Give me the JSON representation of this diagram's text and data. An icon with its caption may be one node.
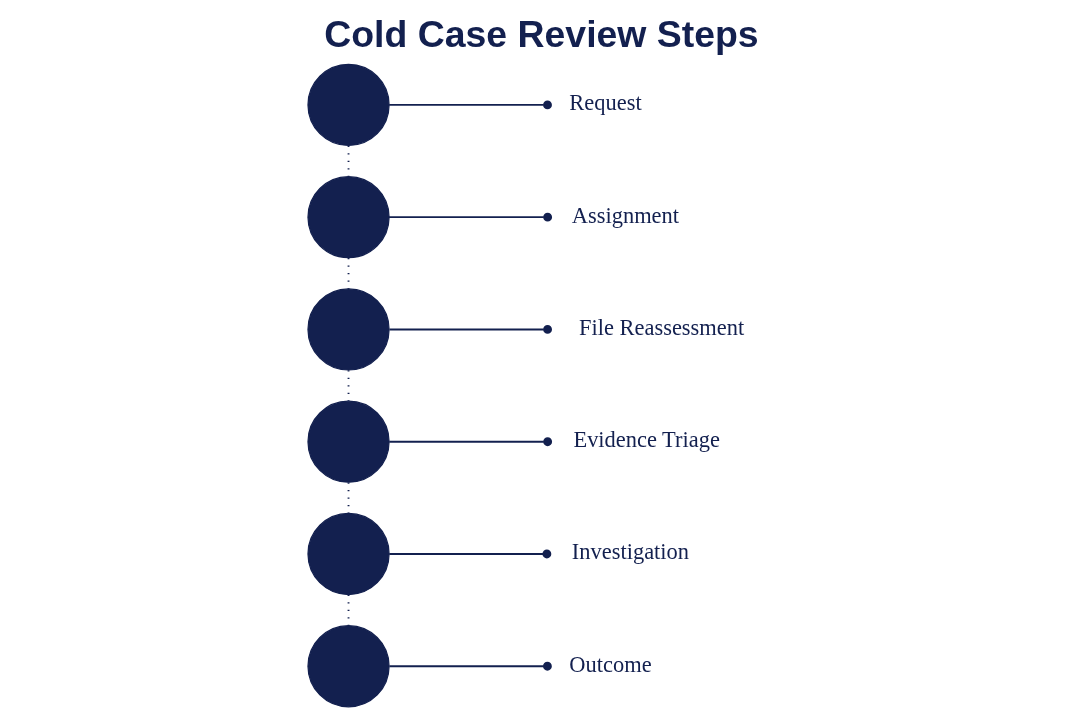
{
  "diagram": {
    "title": "Cold Case Review Steps",
    "nodes": [
      {
        "text": [],
        "shape": "circle"
      },
      {
        "text": [
          "Request"
        ]
      },
      {
        "text": [],
        "shape": "circle"
      },
      {
        "text": [
          "Assignment"
        ]
      },
      {
        "text": [],
        "shape": "circle"
      },
      {
        "text": [
          "File Reassessment"
        ]
      },
      {
        "text": [],
        "shape": "circle"
      },
      {
        "text": [
          "Evidence Triage"
        ]
      },
      {
        "text": [],
        "shape": "circle"
      },
      {
        "text": [
          "Investigation"
        ]
      },
      {
        "text": [],
        "shape": "circle"
      },
      {
        "text": [
          "Outcome"
        ]
      }
    ],
    "edges": [
      {
        "from": 0,
        "to": 1,
        "arrow": "other"
      },
      {
        "from": 0,
        "to": 2,
        "arrow": "none",
        "style": "dashed"
      },
      {
        "from": 2,
        "to": 3,
        "arrow": "other"
      },
      {
        "from": 2,
        "to": 4,
        "arrow": "none",
        "style": "dashed"
      },
      {
        "from": 4,
        "to": 5,
        "arrow": "other"
      },
      {
        "from": 4,
        "to": 6,
        "arrow": "none",
        "style": "dashed"
      },
      {
        "from": 6,
        "to": 7,
        "arrow": "other"
      },
      {
        "from": 6,
        "to": 8,
        "arrow": "none",
        "style": "dashed"
      },
      {
        "from": 8,
        "to": 9,
        "arrow": "other"
      },
      {
        "from": 8,
        "to": 10,
        "arrow": "none",
        "style": "dashed"
      },
      {
        "from": 10,
        "to": 11,
        "arrow": "other"
      }
    ]
  }
}
